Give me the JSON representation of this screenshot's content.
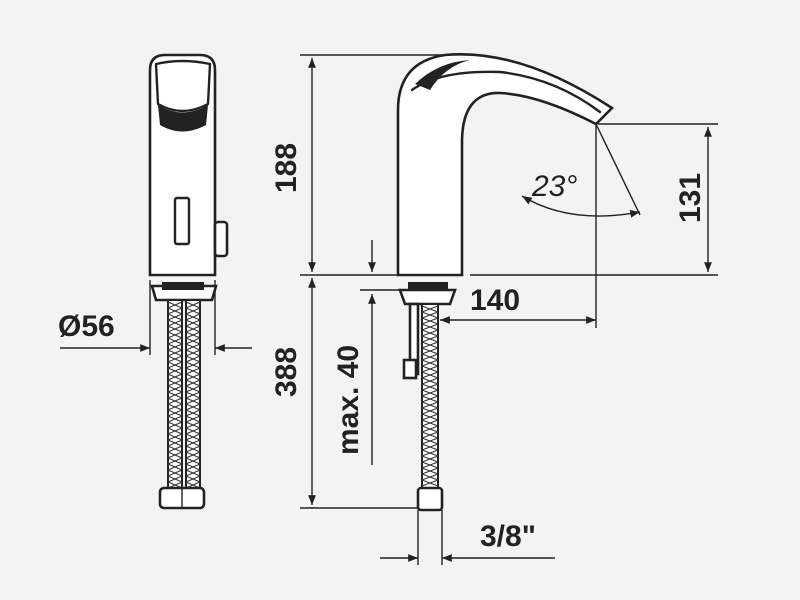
{
  "dimensions": {
    "diameter": "Ø56",
    "height_total": "188",
    "spout_height": "131",
    "reach": "140",
    "hose_length": "388",
    "max_thickness": "max. 40",
    "angle": "23°",
    "thread": "3/8\""
  },
  "colors": {
    "line": "#222222",
    "background": "#f3f3f3"
  }
}
